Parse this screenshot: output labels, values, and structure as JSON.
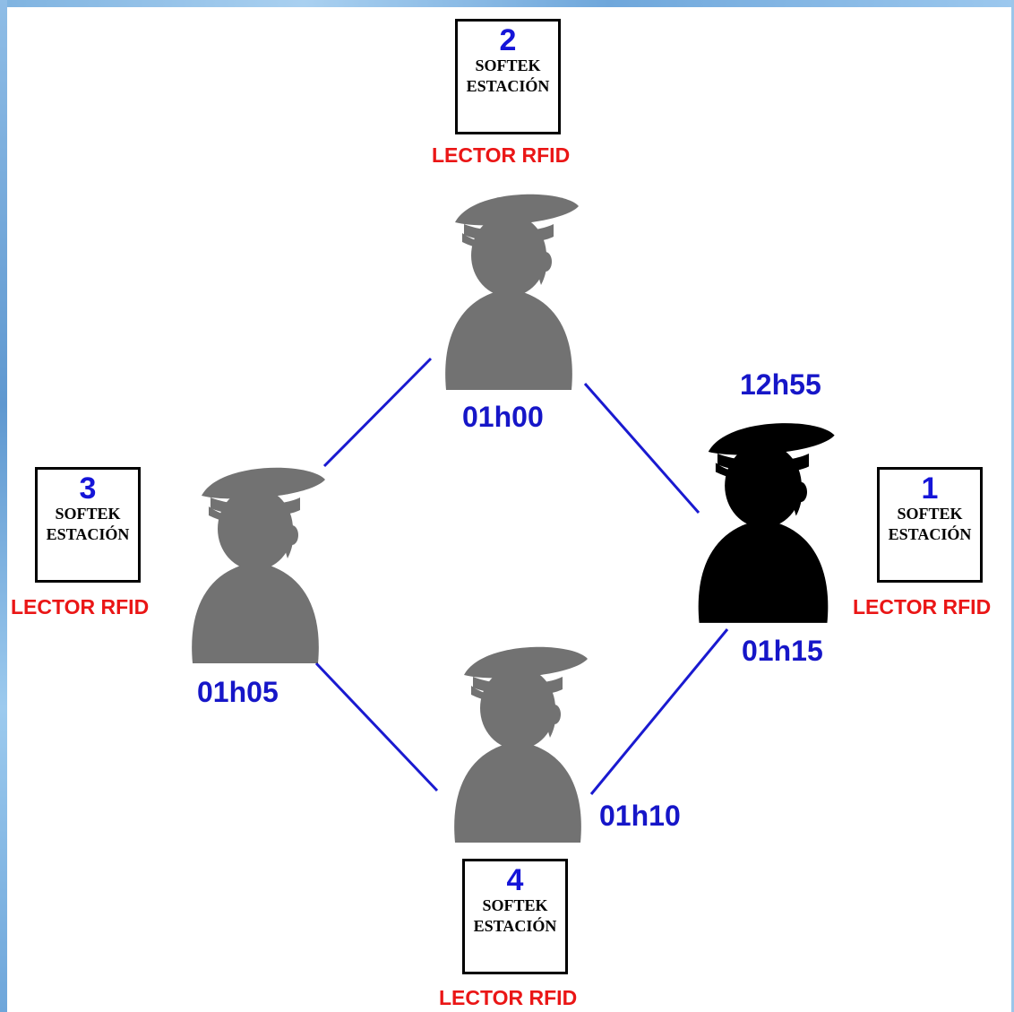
{
  "stations": [
    {
      "id": "s1",
      "number": "1",
      "line1": "SOFTEK",
      "line2": "ESTACIÓN",
      "reader": "LECTOR RFID"
    },
    {
      "id": "s2",
      "number": "2",
      "line1": "SOFTEK",
      "line2": "ESTACIÓN",
      "reader": "LECTOR RFID"
    },
    {
      "id": "s3",
      "number": "3",
      "line1": "SOFTEK",
      "line2": "ESTACIÓN",
      "reader": "LECTOR RFID"
    },
    {
      "id": "s4",
      "number": "4",
      "line1": "SOFTEK",
      "line2": "ESTACIÓN",
      "reader": "LECTOR RFID"
    }
  ],
  "times": {
    "start": "12h55",
    "guard_top": "01h00",
    "guard_left": "01h05",
    "guard_bottom": "01h10",
    "guard_right": "01h15"
  },
  "guards": [
    {
      "position": "top",
      "state": "faded"
    },
    {
      "position": "left",
      "state": "faded"
    },
    {
      "position": "bottom",
      "state": "faded"
    },
    {
      "position": "right",
      "state": "active"
    }
  ],
  "colors": {
    "route_line": "#1a1ad0",
    "time_text": "#1616c8",
    "reader_text": "#ea1616",
    "station_number": "#1515d8"
  }
}
